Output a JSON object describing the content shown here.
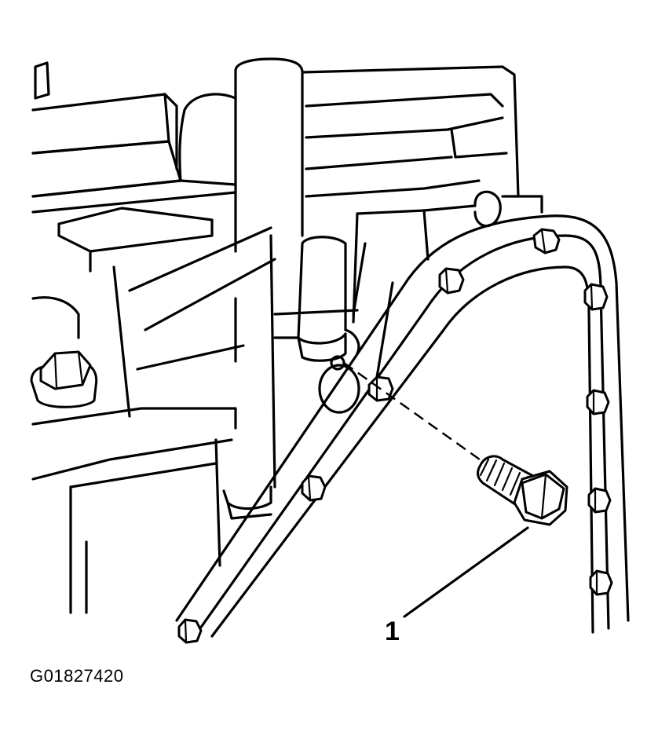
{
  "figure": {
    "callouts": [
      {
        "label": "1",
        "target": "bolt"
      }
    ],
    "figure_id": "G01827420"
  },
  "colors": {
    "line": "#000000",
    "background": "#ffffff"
  }
}
